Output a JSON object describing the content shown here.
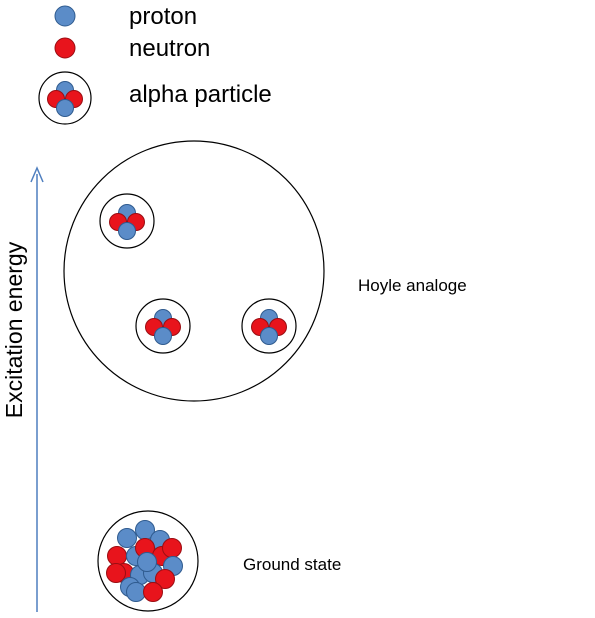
{
  "legend": {
    "proton_label": "proton",
    "neutron_label": "neutron",
    "alpha_label": "alpha particle"
  },
  "axis": {
    "label": "Excitation energy"
  },
  "states": {
    "hoyle_label": "Hoyle analoge",
    "ground_label": "Ground state"
  },
  "colors": {
    "proton": "#5b8cc8",
    "proton_stroke": "#2f5b8f",
    "neutron": "#e8141c",
    "neutron_stroke": "#9b0d12",
    "arrow": "#4f7fbf",
    "outline": "#000000"
  }
}
